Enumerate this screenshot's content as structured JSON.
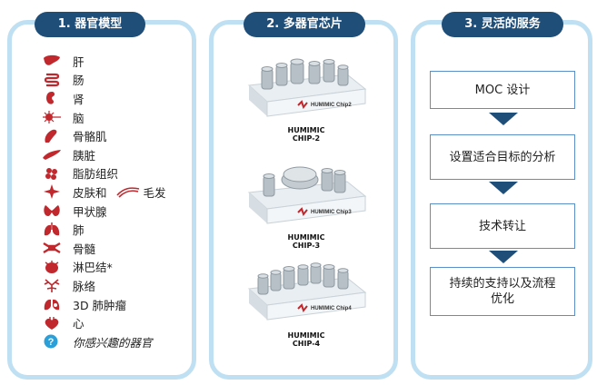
{
  "sections": [
    {
      "title": "1. 器官模型"
    },
    {
      "title": "2. 多器官芯片"
    },
    {
      "title": "3. 灵活的服务"
    }
  ],
  "organs": [
    {
      "label": "肝",
      "icon": "liver-icon"
    },
    {
      "label": "肠",
      "icon": "intestine-icon"
    },
    {
      "label": "肾",
      "icon": "kidney-icon"
    },
    {
      "label": "脑",
      "icon": "neuron-icon"
    },
    {
      "label": "骨骼肌",
      "icon": "muscle-icon"
    },
    {
      "label": "胰脏",
      "icon": "pancreas-icon"
    },
    {
      "label": "脂肪组织",
      "icon": "fat-cells-icon"
    },
    {
      "label": "皮肤和",
      "icon": "skin-icon",
      "extra": {
        "label": "毛发",
        "icon": "hair-icon"
      }
    },
    {
      "label": "甲状腺",
      "icon": "thyroid-icon"
    },
    {
      "label": "肺",
      "icon": "lung-icon"
    },
    {
      "label": "骨髓",
      "icon": "bone-icon"
    },
    {
      "label": "淋巴结*",
      "icon": "lymph-node-icon"
    },
    {
      "label": "脉络",
      "icon": "vessel-icon"
    },
    {
      "label": "3D 肺肿瘤",
      "icon": "lung-tumor-icon"
    },
    {
      "label": "心",
      "icon": "heart-icon"
    },
    {
      "label": "你感兴趣的器官",
      "icon": "question-icon"
    }
  ],
  "chips": [
    {
      "brand": "HUMIMIC Chip2",
      "label_top": "HUMIMIC",
      "label_bottom": "CHIP-2"
    },
    {
      "brand": "HUMIMIC Chip3",
      "label_top": "HUMIMIC",
      "label_bottom": "CHIP-3"
    },
    {
      "brand": "HUMIMIC Chip4",
      "label_top": "HUMIMIC",
      "label_bottom": "CHIP-4"
    }
  ],
  "steps": [
    {
      "label": "MOC 设计"
    },
    {
      "label": "设置适合目标的分析"
    },
    {
      "label": "技术转让"
    },
    {
      "label": "持续的支持以及流程优化"
    }
  ],
  "colors": {
    "pill": "#1f4e79",
    "panel_border": "#bfe0f2",
    "organ_red": "#c0282d",
    "step_border": "#5b8fc7",
    "arrow": "#1f4e79",
    "question_blue": "#2a9fd8"
  }
}
